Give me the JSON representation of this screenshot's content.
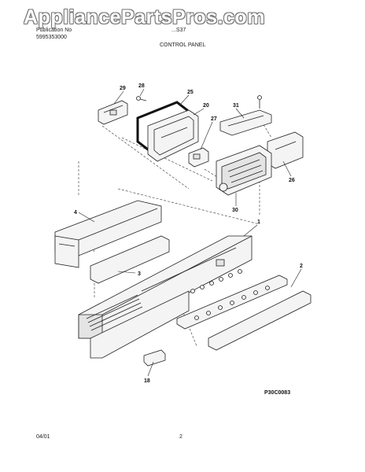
{
  "watermark": "AppliancePartsPros.com",
  "header": {
    "publication_label": "Publication No",
    "publication_number": "5995353000",
    "model_fragment": "...S37",
    "section_title": "CONTROL PANEL"
  },
  "diagram_code": "P30C0083",
  "footer": {
    "date": "04/01",
    "page": "2"
  },
  "callouts": {
    "c29": "29",
    "c28": "28",
    "c25": "25",
    "c20": "20",
    "c31": "31",
    "c27": "27",
    "c26": "26",
    "c30": "30",
    "c4": "4",
    "c1": "1",
    "c3": "3",
    "c2": "2",
    "c18": "18"
  }
}
